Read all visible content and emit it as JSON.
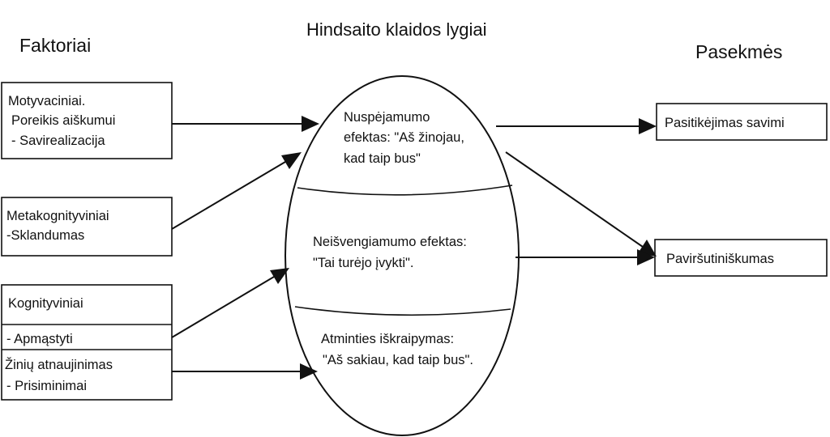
{
  "titles": {
    "left": "Faktoriai",
    "center": "Hindsaito klaidos lygiai",
    "right": "Pasekmės"
  },
  "factors": {
    "motivational": [
      "Motyvaciniai.",
      "Poreikis aiškumui",
      "- Savirealizacija"
    ],
    "metacognitive": [
      "Metakognityviniai",
      "-Sklandumas"
    ],
    "cognitive": {
      "title": "Kognityviniai",
      "reflection": "- Apmąstyti",
      "update": [
        "Žinių atnaujinimas",
        "- Prisiminimai"
      ]
    }
  },
  "levels": {
    "foreseeability": [
      "Nuspėjamumo",
      "efektas: \"Aš žinojau,",
      "kad taip bus\""
    ],
    "inevitability": [
      "Neišvengiamumo efektas:",
      "\"Tai turėjo įvykti\"."
    ],
    "memory": [
      "Atminties iškraipymas:",
      "\"Aš sakiau, kad taip bus\"."
    ]
  },
  "consequences": {
    "confidence": "Pasitikėjimas savimi",
    "superficiality": "Paviršutiniškumas"
  }
}
